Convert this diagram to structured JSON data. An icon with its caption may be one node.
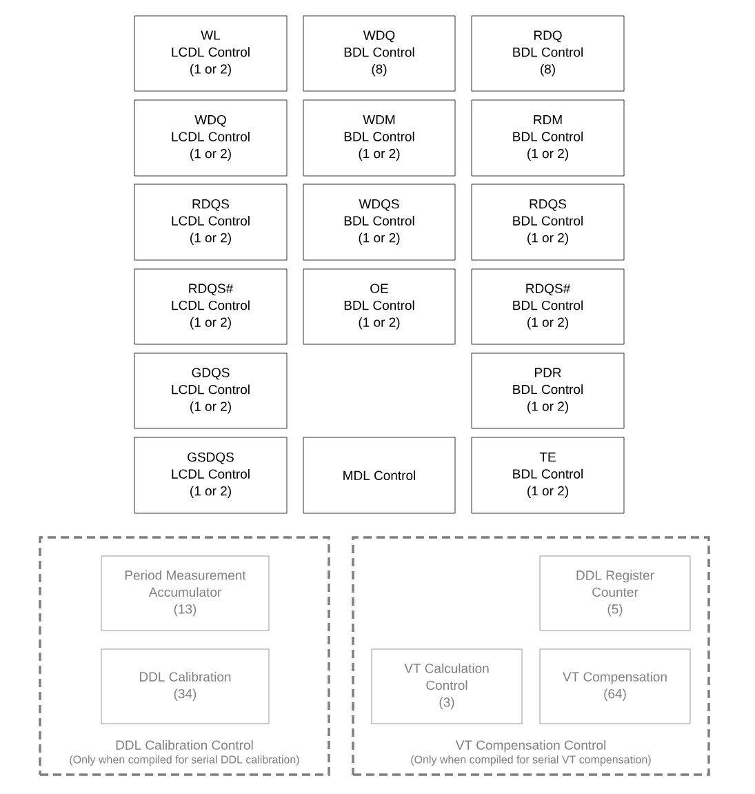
{
  "diagram": {
    "nodes": [
      {
        "text": [
          "WL",
          "LCDL Control",
          "(1 or 2)"
        ]
      },
      {
        "text": [
          "WDQ",
          "BDL Control",
          "(8)"
        ]
      },
      {
        "text": [
          "RDQ",
          "BDL Control",
          "(8)"
        ]
      },
      {
        "text": [
          "WDQ",
          "LCDL Control",
          "(1 or 2)"
        ]
      },
      {
        "text": [
          "WDM",
          "BDL Control",
          "(1 or 2)"
        ]
      },
      {
        "text": [
          "RDM",
          "BDL Control",
          "(1 or 2)"
        ]
      },
      {
        "text": [
          "RDQS",
          "LCDL Control",
          "(1 or 2)"
        ]
      },
      {
        "text": [
          "WDQS",
          "BDL Control",
          "(1 or 2)"
        ]
      },
      {
        "text": [
          "RDQS",
          "BDL Control",
          "(1 or 2)"
        ]
      },
      {
        "text": [
          "RDQS#",
          "LCDL Control",
          "(1 or 2)"
        ]
      },
      {
        "text": [
          "OE",
          "BDL Control",
          "(1 or 2)"
        ]
      },
      {
        "text": [
          "RDQS#",
          "BDL Control",
          "(1 or 2)"
        ]
      },
      {
        "text": [
          "GDQS",
          "LCDL Control",
          "(1 or 2)"
        ]
      },
      {
        "text": [
          "PDR",
          "BDL Control",
          "(1 or 2)"
        ]
      },
      {
        "text": [
          "GSDQS",
          "LCDL Control",
          "(1 or 2)"
        ]
      },
      {
        "text": [
          "MDL Control"
        ]
      },
      {
        "text": [
          "TE",
          "BDL Control",
          "(1 or 2)"
        ]
      },
      {
        "text": [
          "DDL Calibration Control",
          "(Only when compiled for serial DDL calibration)"
        ]
      },
      {
        "text": [
          "Period Measurement Accumulator",
          "(13)"
        ],
        "in": 17
      },
      {
        "text": [
          "DDL Calibration",
          "(34)"
        ],
        "in": 17
      },
      {
        "text": [
          "VT Compensation Control",
          "(Only when compiled for serial VT compensation)"
        ]
      },
      {
        "text": [
          "DDL Register Counter",
          "(5)"
        ],
        "in": 20
      },
      {
        "text": [
          "VT Calculation Control",
          "(3)"
        ],
        "in": 20
      },
      {
        "text": [
          "VT Compensation",
          "(64)"
        ],
        "in": 20
      }
    ]
  }
}
